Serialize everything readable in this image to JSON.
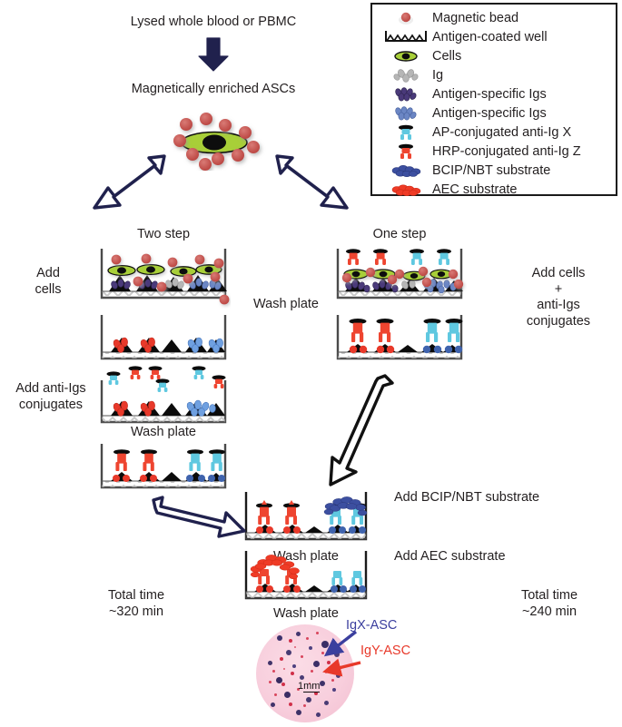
{
  "header": {
    "source_label": "Lysed whole blood or PBMC",
    "enriched_label": "Magnetically enriched ASCs"
  },
  "legend": {
    "items": [
      {
        "icon": "magnetic-bead-icon",
        "label": "Magnetic bead"
      },
      {
        "icon": "antigen-coated-well-icon",
        "label": "Antigen-coated well"
      },
      {
        "icon": "cell-icon",
        "label": "Cells"
      },
      {
        "icon": "ig-icon",
        "label": "Ig"
      },
      {
        "icon": "antigen-specific-igs-purple-icon",
        "label": "Antigen-specific Igs"
      },
      {
        "icon": "antigen-specific-igs-blue-icon",
        "label": "Antigen-specific Igs"
      },
      {
        "icon": "ap-conjugate-icon",
        "label": "AP-conjugated anti-Ig X"
      },
      {
        "icon": "hrp-conjugate-icon",
        "label": "HRP-conjugated anti-Ig Z"
      },
      {
        "icon": "bcip-nbt-substrate-icon",
        "label": "BCIP/NBT substrate"
      },
      {
        "icon": "aec-substrate-icon",
        "label": "AEC substrate"
      }
    ]
  },
  "columns": {
    "two_step_title": "Two step",
    "one_step_title": "One step"
  },
  "left_steps": {
    "add_cells": "Add\ncells",
    "add_conjugates": "Add anti-Igs\nconjugates",
    "wash_plate_inner": "Wash plate",
    "total_time": "Total time\n~320 min"
  },
  "middle": {
    "wash_plate": "Wash plate",
    "wash_plate_2": "Wash plate",
    "wash_plate_3": "Wash plate"
  },
  "right_steps": {
    "add_cells_conjugates": "Add cells\n+\nanti-Igs\nconjugates",
    "add_bcip": "Add BCIP/NBT substrate",
    "add_aec": "Add AEC substrate",
    "total_time": "Total time\n~240 min"
  },
  "result": {
    "igx_label": "IgX-ASC",
    "igy_label": "IgY-ASC",
    "scale_value": "1",
    "scale_unit": "mm"
  },
  "colors": {
    "arrow_navy": "#20214d",
    "bead_red": "#c9524f",
    "cell_green": "#a8cf39",
    "ig_grey": "#b6b6b6",
    "ig_purple": "#4a3a7a",
    "ig_blue": "#6b86c4",
    "ig_red": "#e8392a",
    "ap_cyan": "#5fc8e0",
    "hrp_red": "#ee4530",
    "bcip_blue": "#3c4fa0",
    "aec_red": "#ef3b26",
    "igx_text": "#3b3f9e",
    "igy_text": "#e8392a"
  }
}
